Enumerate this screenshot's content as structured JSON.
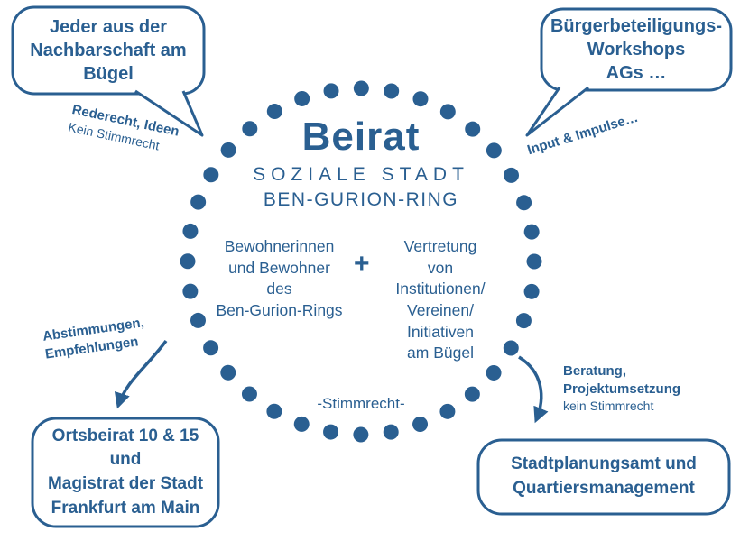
{
  "colors": {
    "accent_blue": "#2a5f91"
  },
  "center": {
    "title": "Beirat",
    "subtitle_line1": "SOZIALE STADT",
    "subtitle_line2": "BEN-GURION-RING",
    "left_member_group": "Bewohnerinnen\nund Bewohner\ndes\nBen-Gurion-Rings",
    "plus_sign": "+",
    "right_member_group": "Vertretung\nvon\nInstitutionen/\nVereinen/\nInitiativen\nam Bügel",
    "voting_note": "-Stimmrecht-"
  },
  "speech_bubbles": {
    "top_left": "Jeder aus der\nNachbarschaft am\nBügel",
    "top_right": "Bürgerbeteiligungs-\nWorkshops\nAGs …"
  },
  "connector_labels": {
    "top_left_bold": "Rederecht, Ideen",
    "top_left_note": "Kein Stimmrecht",
    "top_right_bold": "Input & Impulse…",
    "bottom_left_bold": "Abstimmungen,\nEmpfehlungen",
    "bottom_right_bold": "Beratung,\nProjektumsetzung",
    "bottom_right_note": "kein Stimmrecht"
  },
  "boxes": {
    "bottom_left": "Ortsbeirat 10 & 15\nund\nMagistrat der Stadt\nFrankfurt am Main",
    "bottom_right": "Stadtplanungsamt und\nQuartiersmanagement"
  }
}
